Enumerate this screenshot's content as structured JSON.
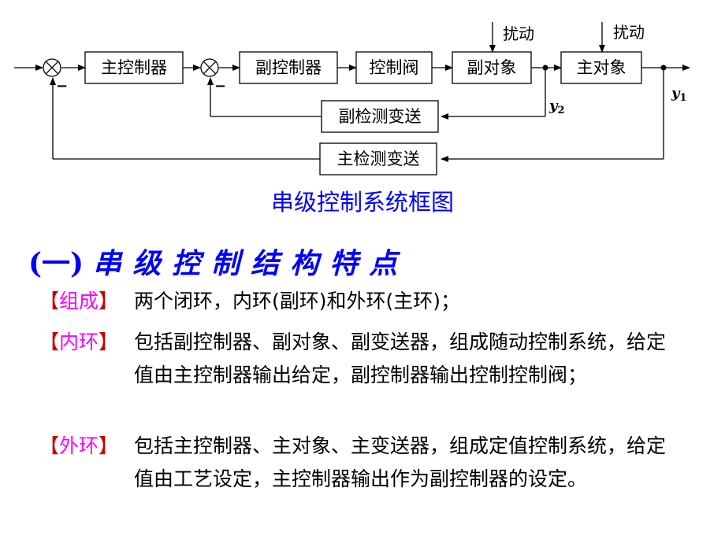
{
  "diagram": {
    "blocks": {
      "main_controller": "主控制器",
      "sub_controller": "副控制器",
      "valve": "控制阀",
      "sub_object": "副对象",
      "main_object": "主对象",
      "sub_transmitter": "副检测变送",
      "main_transmitter": "主检测变送"
    },
    "disturbance_1": "扰动",
    "disturbance_2": "扰动",
    "minus_1": "−",
    "minus_2": "−",
    "y1_letter": "y",
    "y1_sub": "1",
    "y2_letter": "y",
    "y2_sub": "2"
  },
  "caption": "串级控制系统框图",
  "section": {
    "number": "(一)",
    "title": "串级控制结构特点"
  },
  "items": [
    {
      "bracket_open": "【",
      "tag": "组成",
      "bracket_close": "】",
      "text": "两个闭环，内环(副环)和外环(主环)；"
    },
    {
      "bracket_open": "【",
      "tag": "内环",
      "bracket_close": "】",
      "text": "包括副控制器、副对象、副变送器，组成随动控制系统，给定值由主控制器输出给定，副控制器输出控制控制阀；"
    },
    {
      "bracket_open": "【",
      "tag": "外环",
      "bracket_close": "】",
      "text": "包括主控制器、主对象、主变送器，组成定值控制系统，给定值由工艺设定，主控制器输出作为副控制器的设定。"
    }
  ],
  "colors": {
    "caption": "#0000ff",
    "heading": "#0000ff",
    "bracket": "#cc0000",
    "tag": "#ff00ff",
    "body_text": "#000000"
  }
}
